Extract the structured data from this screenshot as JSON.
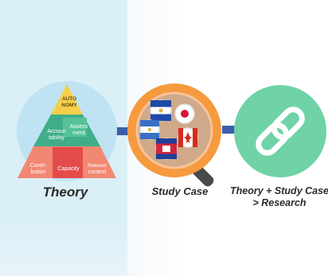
{
  "pyramid": {
    "top": [
      "AUTO",
      "NOMY"
    ],
    "mid_left": [
      "Accoun",
      "tability"
    ],
    "mid_right": [
      "Assess",
      "ment"
    ],
    "bottom_left": [
      "Contri-",
      "bution"
    ],
    "bottom_center": "Capacity",
    "bottom_right": [
      "Relevant",
      "context"
    ]
  },
  "labels": {
    "theory": "Theory",
    "study_case": "Study Case",
    "research_line1": "Theory + Study Case",
    "research_line2": "> Research"
  },
  "colors": {
    "panel": "#dbeff7",
    "top_tier": "#f7ce4a",
    "mid_tier": "#3fae88",
    "bottom_tier": "#f28872",
    "bottom_center": "#e54b4b",
    "magnifier": "#f59a3e",
    "connector": "#3b5ea8",
    "research_circle": "#6fd3a7"
  },
  "flags": [
    "El Salvador",
    "Japan",
    "Nicaragua",
    "Canada",
    "Cambodia"
  ],
  "icons": {
    "center": "magnifying-glass-icon",
    "right": "chain-link-icon"
  }
}
